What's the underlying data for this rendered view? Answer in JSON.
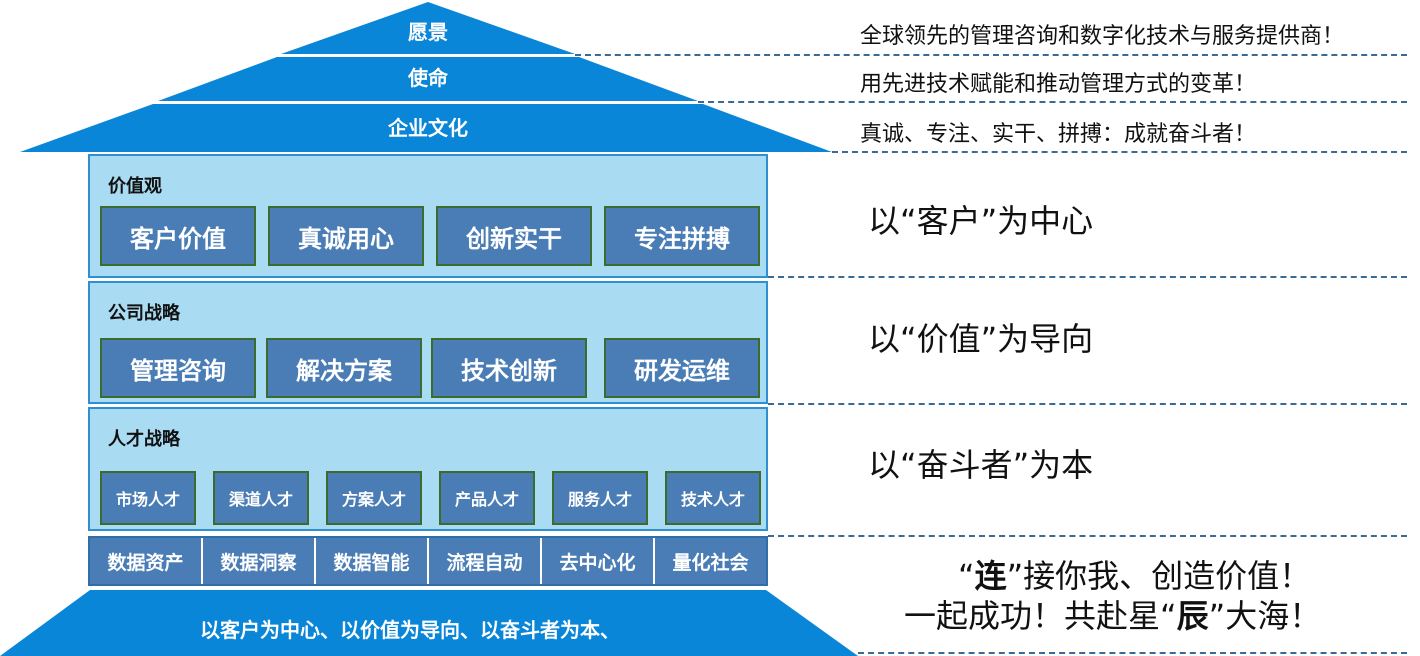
{
  "roof": {
    "vision": "愿景",
    "mission": "使命",
    "culture": "企业文化"
  },
  "statements": {
    "vision": "全球领先的管理咨询和数字化技术与服务提供商！",
    "mission": "用先进技术赋能和推动管理方式的变革！",
    "culture": "真诚、专注、实干、拼搏：成就奋斗者！"
  },
  "values": {
    "title": "价值观",
    "items": [
      "客户价值",
      "真诚用心",
      "创新实干",
      "专注拼搏"
    ],
    "slogan": "以“客户”为中心"
  },
  "strategy": {
    "title": "公司战略",
    "items": [
      "管理咨询",
      "解决方案",
      "技术创新",
      "研发运维"
    ],
    "slogan": "以“价值”为导向"
  },
  "talent": {
    "title": "人才战略",
    "items": [
      "市场人才",
      "渠道人才",
      "方案人才",
      "产品人才",
      "服务人才",
      "技术人才"
    ],
    "slogan": "以“奋斗者”为本"
  },
  "foundation": {
    "items": [
      "数据资产",
      "数据洞察",
      "数据智能",
      "流程自动",
      "去中心化",
      "量化社会"
    ],
    "base_text": "以客户为中心、以价值为导向、以奋斗者为本、"
  },
  "closing": {
    "line1_q1": "“",
    "line1_bold": "连",
    "line1_q2": "”",
    "line1_rest": "接你我、创造价值！",
    "line2_pre": "一起成功！共赴星",
    "line2_q1": "“",
    "line2_bold": "辰",
    "line2_q2": "”",
    "line2_rest": "大海！"
  },
  "colors": {
    "roof_blue": "#0a86d8",
    "panel_light": "#a9dbf2",
    "box_blue": "#4a7db5",
    "dash": "#3b6a94"
  }
}
